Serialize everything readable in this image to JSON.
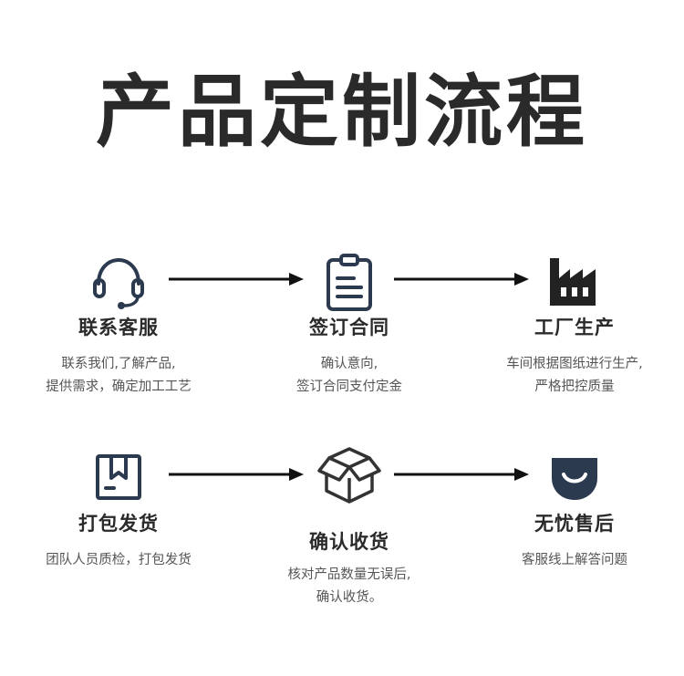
{
  "title": "产品定制流程",
  "colors": {
    "icon": "#2b3a4f",
    "text": "#2a2a2a",
    "desc": "#555555",
    "arrow": "#111111"
  },
  "steps": [
    {
      "icon": "headset-icon",
      "label": "联系客服",
      "desc": [
        "联系我们,了解产品,",
        "提供需求，确定加工工艺"
      ]
    },
    {
      "icon": "clipboard-icon",
      "label": "签订合同",
      "desc": [
        "确认意向,",
        "签订合同支付定金"
      ]
    },
    {
      "icon": "factory-icon",
      "label": "工厂生产",
      "desc": [
        "车间根据图纸进行生产,",
        "严格把控质量"
      ]
    },
    {
      "icon": "package-icon",
      "label": "打包发货",
      "desc": [
        "团队人员质检，打包发货"
      ]
    },
    {
      "icon": "open-box-icon",
      "label": "确认收货",
      "desc": [
        "核对产品数量无误后,",
        "确认收货。"
      ]
    },
    {
      "icon": "smile-service-icon",
      "label": "无忧售后",
      "desc": [
        "客服线上解答问题"
      ]
    }
  ]
}
